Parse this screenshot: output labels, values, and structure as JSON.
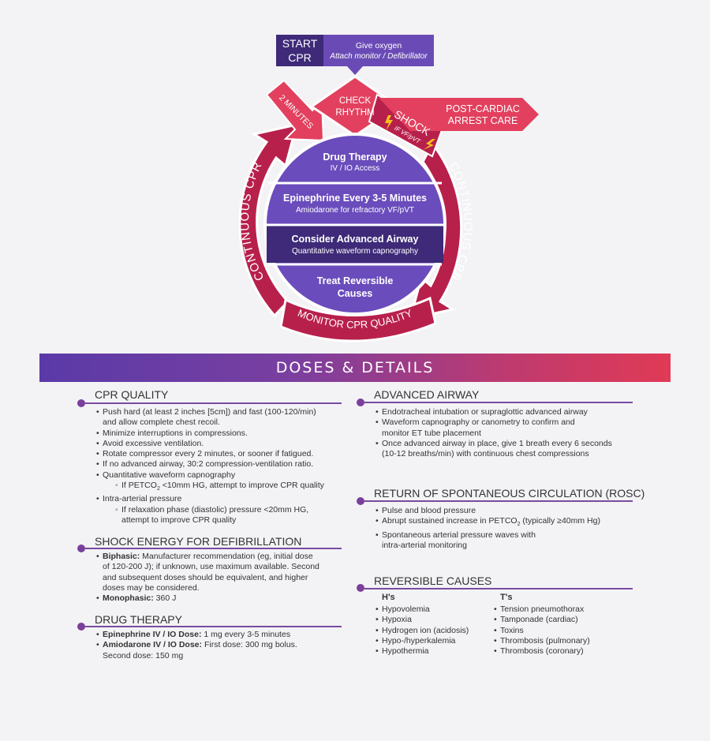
{
  "diagram": {
    "start_cpr": [
      "START",
      "CPR"
    ],
    "start_box": {
      "line1": "Give oxygen",
      "line2": "Attach monitor / Defibrillator"
    },
    "check_rhythm": [
      "CHECK",
      "RHYTHM"
    ],
    "two_minutes": "2 MINUTES",
    "shock": "SHOCK",
    "shock_sub": "IF VF/pVT",
    "post_arrest": [
      "POST-CARDIAC",
      "ARREST CARE"
    ],
    "continuous_cpr_left": "CONTINUOUS CPR",
    "continuous_cpr_right": "CONTINUOUS CPR",
    "monitor_cpr": "MONITOR CPR QUALITY",
    "center": [
      {
        "title": "Drug Therapy",
        "sub": "IV / IO Access"
      },
      {
        "title": "Epinephrine Every 3-5 Minutes",
        "sub": "Amiodarone for refractory VF/pVT"
      },
      {
        "title": "Consider Advanced Airway",
        "sub": "Quantitative waveform capnography"
      },
      {
        "title": "Treat Reversible",
        "sub": "Causes"
      }
    ]
  },
  "banner": "DOSES & DETAILS",
  "cpr_quality": {
    "title": "CPR QUALITY",
    "items": [
      "Push hard (at least 2 inches [5cm]) and fast (100-120/min)",
      "and allow complete chest recoil.",
      "Minimize interruptions in compressions.",
      "Avoid excessive ventilation.",
      "Rotate compressor every 2 minutes, or sooner if fatigued.",
      "If no advanced airway, 30:2 compression-ventilation ratio.",
      "Quantitative waveform capnography",
      "Intra-arterial pressure",
      "If relaxation phase (diastolic) pressure <20mm HG,",
      "attempt to improve CPR quality"
    ],
    "petco_pre": "If PETCO",
    "petco_sub": "2",
    "petco_post": " <10mm HG, attempt to improve CPR quality"
  },
  "shock_energy": {
    "title": "SHOCK ENERGY FOR DEFIBRILLATION",
    "biphasic_label": "Biphasic:",
    "biphasic_text": " Manufacturer recommendation (eg, initial dose",
    "biphasic_lines": [
      "of 120-200 J); if unknown, use maximum available. Second",
      "and subsequent doses should be equivalent, and higher",
      "doses may be considered."
    ],
    "monophasic_label": "Monophasic:",
    "monophasic_text": " 360 J"
  },
  "drug_therapy": {
    "title": "DRUG THERAPY",
    "epi_label": "Epinephrine IV / IO Dose:",
    "epi_text": " 1 mg every 3-5 minutes",
    "amio_label": "Amiodarone IV / IO Dose:",
    "amio_text": " First dose: 300 mg bolus.",
    "amio_line2": "Second dose: 150 mg"
  },
  "advanced_airway": {
    "title": "ADVANCED AIRWAY",
    "items": [
      "Endotracheal intubation or supraglottic advanced airway",
      "Waveform capnography or canometry to confirm and",
      "monitor ET tube placement",
      "Once advanced airway in place, give 1 breath every 6 seconds",
      "(10-12 breaths/min) with continuous chest compressions"
    ]
  },
  "rosc": {
    "title": "RETURN OF SPONTANEOUS CIRCULATION (ROSC)",
    "item1": "Pulse and blood pressure",
    "item2_pre": "Abrupt sustained increase in PETCO",
    "item2_sub": "2",
    "item2_post": " (typically ≥40mm Hg)",
    "item3": "Spontaneous arterial pressure waves with",
    "item3b": "intra-arterial monitoring"
  },
  "reversible": {
    "title": "REVERSIBLE CAUSES",
    "hs_head": "H's",
    "ts_head": "T's",
    "hs": [
      "Hypovolemia",
      "Hypoxia",
      "Hydrogen ion (acidosis)",
      "Hypo-/hyperkalemia",
      "Hypothermia"
    ],
    "ts": [
      "Tension pneumothorax",
      "Tamponade (cardiac)",
      "Toxins",
      "Thrombosis (pulmonary)",
      "Thrombosis (coronary)"
    ]
  },
  "colors": {
    "crimson": "#b8204c",
    "pink": "#e2405e",
    "navy": "#3e2a78",
    "purple": "#6a4cbc",
    "box_purple": "#6a4bb6"
  }
}
